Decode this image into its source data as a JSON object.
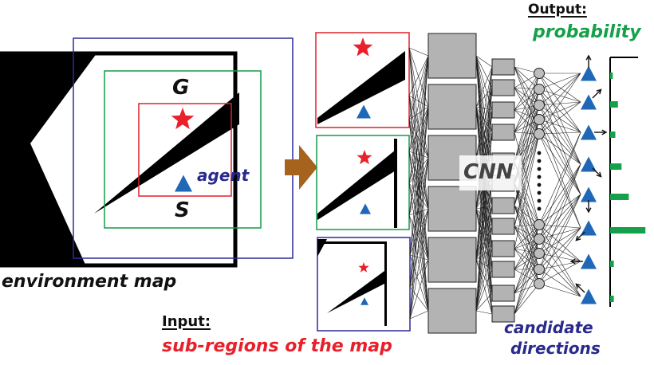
{
  "labels": {
    "goal": "G",
    "start": "S",
    "agent": "agent",
    "environment_map": "environment map",
    "cnn": "CNN",
    "input_heading": "Input:",
    "input_text": "sub-regions of the map",
    "output_heading": "Output:",
    "output_text": "probability",
    "candidate_line1": "candidate",
    "candidate_line2": "directions"
  },
  "colors": {
    "goal_star": "#e8202a",
    "agent_triangle": "#1f68b8",
    "region_small": "#e0202a",
    "region_medium": "#149a4a",
    "region_large": "#2a2a9c",
    "arrow": "#a5631e",
    "cnn_block": "#b3b3b3",
    "probability_bar": "#15a04a",
    "input_text": "#e8202a",
    "output_text": "#15a04a",
    "candidate_text": "#2a2a8c"
  },
  "icons": [
    "goal-star-icon",
    "agent-triangle-icon",
    "direction-arrow-icon"
  ],
  "candidate_direction_angles_deg": [
    90,
    45,
    0,
    315,
    270,
    225,
    180,
    135
  ],
  "probabilities": [
    0.05,
    0.15,
    0.1,
    0.22,
    0.36,
    0.68,
    0.07,
    0.07
  ]
}
